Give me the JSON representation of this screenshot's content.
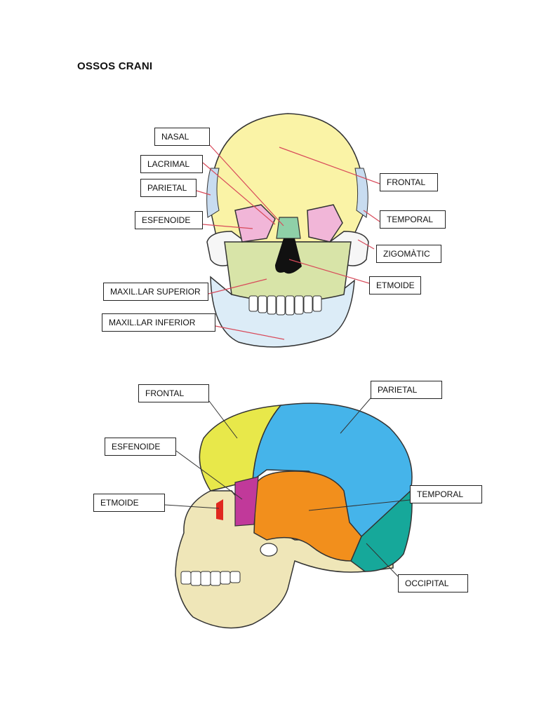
{
  "title": "OSSOS CRANI",
  "front_view": {
    "labels": {
      "nasal": "NASAL",
      "lacrimal": "LACRIMAL",
      "parietal": "PARIETAL",
      "esfenoide": "ESFENOIDE",
      "maxilar_superior": "MAXIL.LAR SUPERIOR",
      "maxilar_inferior": "MAXIL.LAR INFERIOR",
      "frontal": "FRONTAL",
      "temporal": "TEMPORAL",
      "zigomatic": "ZIGOMÀTIC",
      "etmoide": "ETMOIDE"
    }
  },
  "side_view": {
    "labels": {
      "frontal": "FRONTAL",
      "esfenoide": "ESFENOIDE",
      "etmoide": "ETMOIDE",
      "parietal": "PARIETAL",
      "temporal": "TEMPORAL",
      "occipital": "OCCIPITAL"
    }
  },
  "colors": {
    "frontal_front": "#faf3a6",
    "maxilla": "#d8e4a8",
    "mandible": "#dcecf7",
    "orbit": "#f1b6d8",
    "nasal": "#8fd0a8",
    "parietal_side": "#45b4ea",
    "frontal_side": "#e8e84a",
    "temporal_side": "#f28f1c",
    "esfenoide_side": "#c1399a",
    "occipital_side": "#16a89a",
    "skull_base": "#efe6b8",
    "leader_line": "#d84a5a"
  }
}
